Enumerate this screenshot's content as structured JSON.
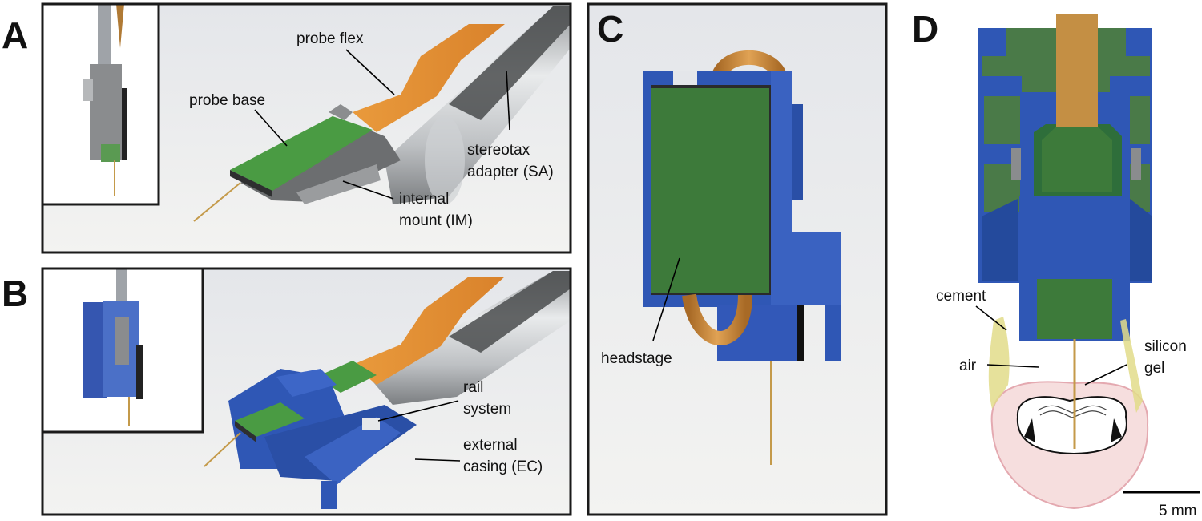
{
  "panels": {
    "A": {
      "letter": "A",
      "labels": {
        "probe_flex": "probe flex",
        "probe_base": "probe base",
        "sa_line1": "stereotax",
        "sa_line2": "adapter (SA)",
        "im_line1": "internal",
        "im_line2": "mount (IM)"
      }
    },
    "B": {
      "letter": "B",
      "labels": {
        "rail_line1": "rail",
        "rail_line2": "system",
        "ec_line1": "external",
        "ec_line2": "casing (EC)"
      }
    },
    "C": {
      "letter": "C",
      "labels": {
        "headstage": "headstage"
      }
    },
    "D": {
      "letter": "D",
      "labels": {
        "cement": "cement",
        "air": "air",
        "gel_line1": "silicon",
        "gel_line2": "gel",
        "scale": "5 mm"
      }
    }
  },
  "colors": {
    "probe_green": "#4a9b43",
    "flex_orange": "#e08a2e",
    "casing_blue": "#2f57b5",
    "dark_green": "#2f6e3a",
    "shank_gold": "#b8893a",
    "gel_yellow": "#e2dc8a",
    "brain_pink": "#f6dede"
  },
  "icons": [
    "probe-base-shape",
    "stereotax-adapter-cylinder",
    "external-casing-shape",
    "headstage-board",
    "brain-section-icon"
  ]
}
